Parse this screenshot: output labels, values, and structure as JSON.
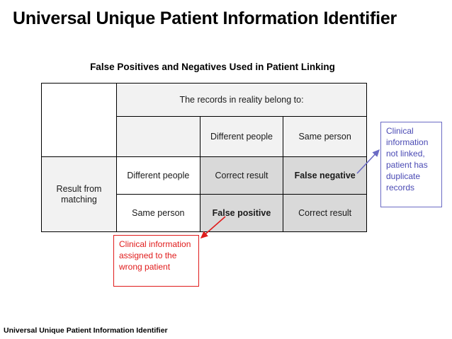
{
  "slide": {
    "title": "Universal Unique Patient Information Identifier",
    "subtitle": "False Positives and Negatives Used in Patient Linking",
    "footer": "Universal Unique Patient Information Identifier"
  },
  "matrix": {
    "column_group_header": "The records in reality belong to:",
    "column_headers": [
      "Different people",
      "Same person"
    ],
    "row_group_label": "Result from matching",
    "row_headers": [
      "Different people",
      "Same person"
    ],
    "cells": [
      [
        "Correct result",
        "False negative"
      ],
      [
        "False positive",
        "Correct result"
      ]
    ],
    "blank_corner": ""
  },
  "callouts": {
    "false_negative": {
      "text": "Clinical information not linked, patient has duplicate records",
      "color": "#4a4ab4"
    },
    "false_positive": {
      "text": "Clinical information assigned to the wrong patient",
      "color": "#e01b1b"
    }
  },
  "colors": {
    "header_fill": "#f2f2f2",
    "result_fill": "#d9d9d9",
    "false_negative_text": "#4a4ab4",
    "false_positive_text": "#e01b1b",
    "border": "#000000"
  }
}
